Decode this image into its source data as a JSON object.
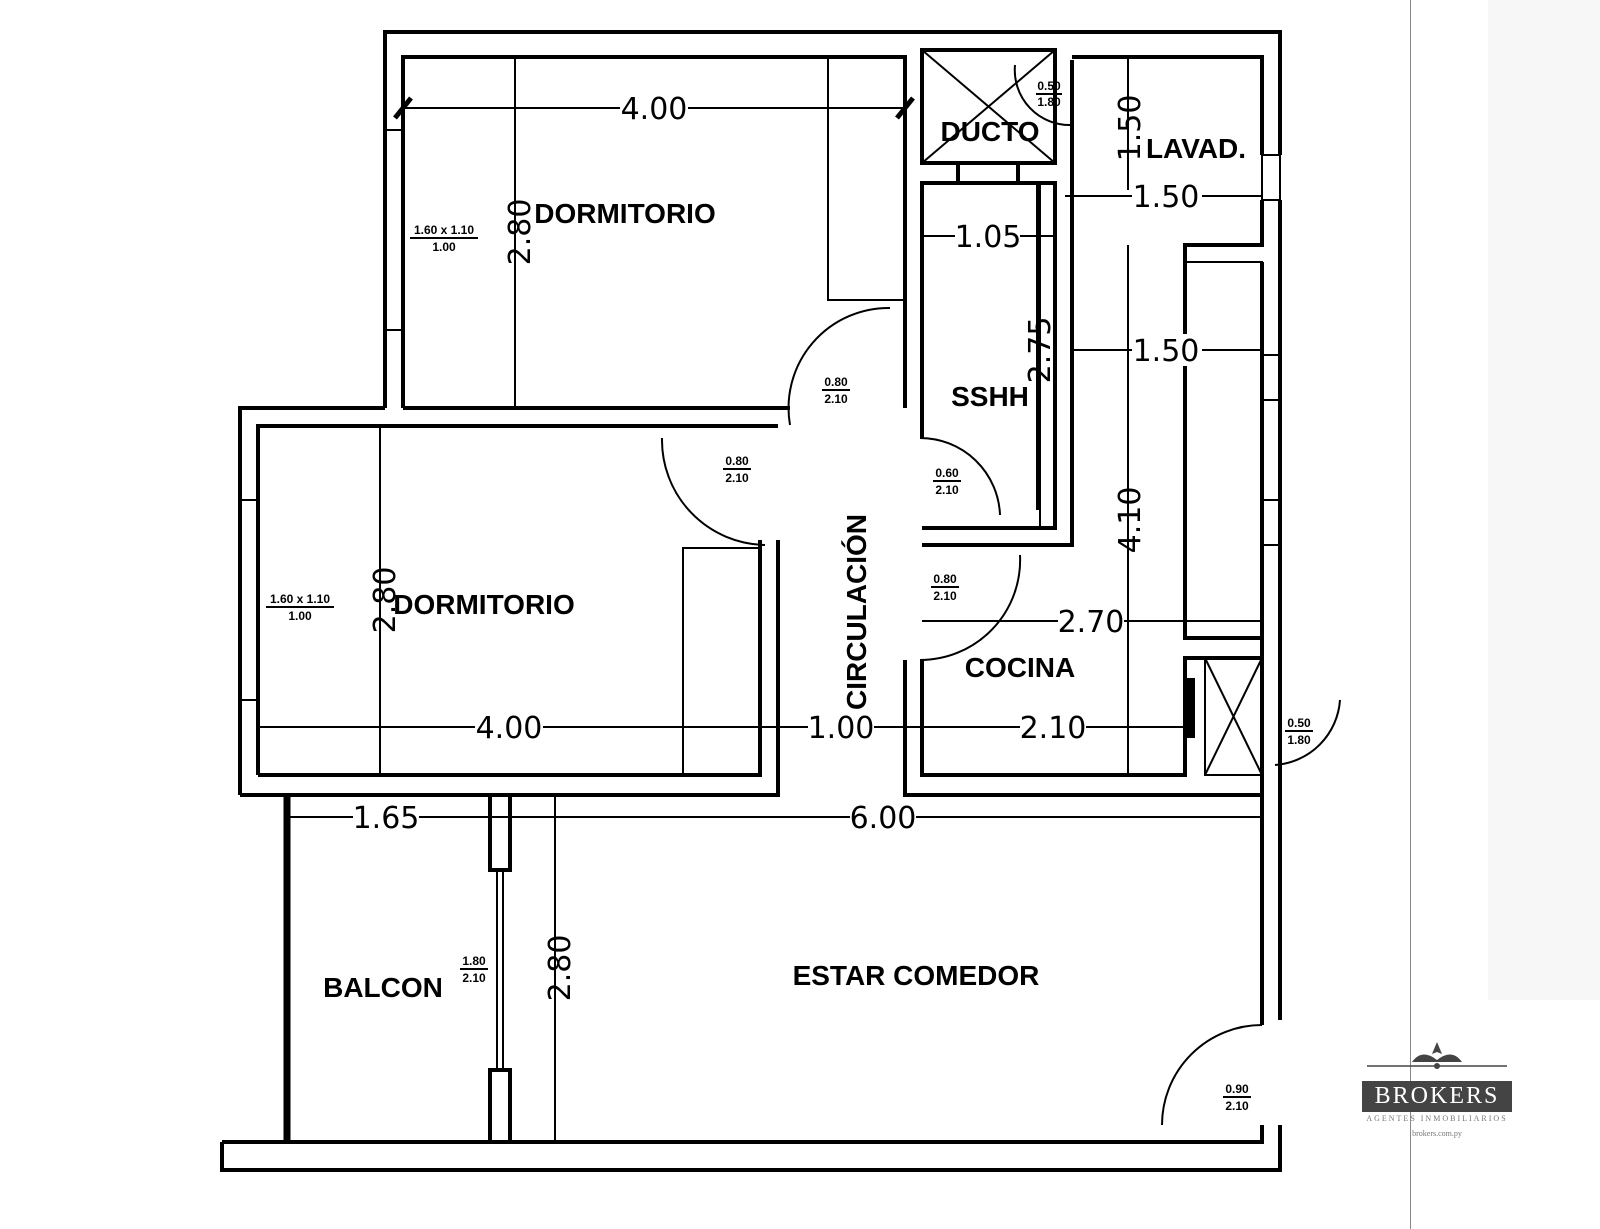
{
  "rooms": {
    "bedroom1": "DORMITORIO",
    "bedroom2": "DORMITORIO",
    "ducto": "DUCTO",
    "laundry": "LAVAD.",
    "bathroom": "SSHH",
    "hall": "CIRCULACIÓN",
    "kitchen": "COCINA",
    "balcony": "BALCON",
    "living": "ESTAR COMEDOR"
  },
  "dimensions": {
    "bed1_width": "4.00",
    "bed1_depth": "2.80",
    "bed2_width": "4.00",
    "bed2_depth": "2.80",
    "ducto_height": "1.50",
    "laundry_width": "1.50",
    "bath_width": "1.05",
    "bath_depth": "2.75",
    "counter_width": "1.50",
    "kitchen_depth": "4.10",
    "kitchen_width_a": "2.70",
    "hall_width": "1.00",
    "kitchen_width_b": "2.10",
    "balcony_width": "1.65",
    "living_width": "6.00",
    "living_depth": "2.80"
  },
  "openings": {
    "window1": {
      "top": "1.60 x 1.10",
      "bottom": "1.00"
    },
    "window2": {
      "top": "1.60 x 1.10",
      "bottom": "1.00"
    },
    "door_ducto": {
      "top": "0.50",
      "bottom": "1.80"
    },
    "door_bed1": {
      "top": "0.80",
      "bottom": "2.10"
    },
    "door_bed2": {
      "top": "0.80",
      "bottom": "2.10"
    },
    "door_bath": {
      "top": "0.60",
      "bottom": "2.10"
    },
    "door_kitchen": {
      "top": "0.80",
      "bottom": "2.10"
    },
    "door_service": {
      "top": "0.50",
      "bottom": "1.80"
    },
    "door_balcony": {
      "top": "1.80",
      "bottom": "2.10"
    },
    "door_entry": {
      "top": "0.90",
      "bottom": "2.10"
    }
  },
  "logo": {
    "name": "BROKERS",
    "tagline": "AGENTES INMOBILIARIOS",
    "url": "brokers.com.py"
  }
}
